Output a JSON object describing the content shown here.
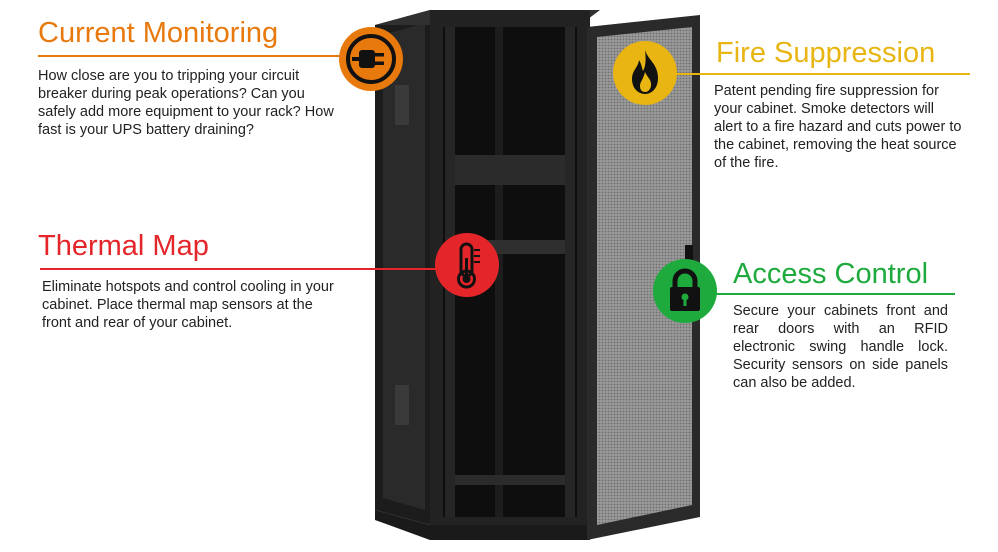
{
  "features": {
    "current_monitoring": {
      "title": "Current Monitoring",
      "body": "How close are you to tripping your circuit breaker during peak operations? Can you safely add more equipment to your rack? How fast is your UPS battery draining?",
      "color": "#e8790d",
      "icon": "power-plug-icon"
    },
    "thermal_map": {
      "title": "Thermal Map",
      "body": "Eliminate hotspots and control cooling in your cabinet. Place thermal map sensors at the front and rear of your cabinet.",
      "color": "#e4262b",
      "icon": "thermometer-icon"
    },
    "fire_suppression": {
      "title": "Fire Suppression",
      "body": "Patent pending fire suppression for your cabinet. Smoke detectors will alert to a fire hazard and cuts power to the cabinet, removing the heat source of the fire.",
      "color": "#e8b512",
      "icon": "flame-icon"
    },
    "access_control": {
      "title": "Access Control",
      "body": "Secure your cabinets front and rear doors with an RFID electronic swing handle lock. Security sensors on side panels can also be added.",
      "color": "#1faa3e",
      "icon": "padlock-icon"
    }
  }
}
